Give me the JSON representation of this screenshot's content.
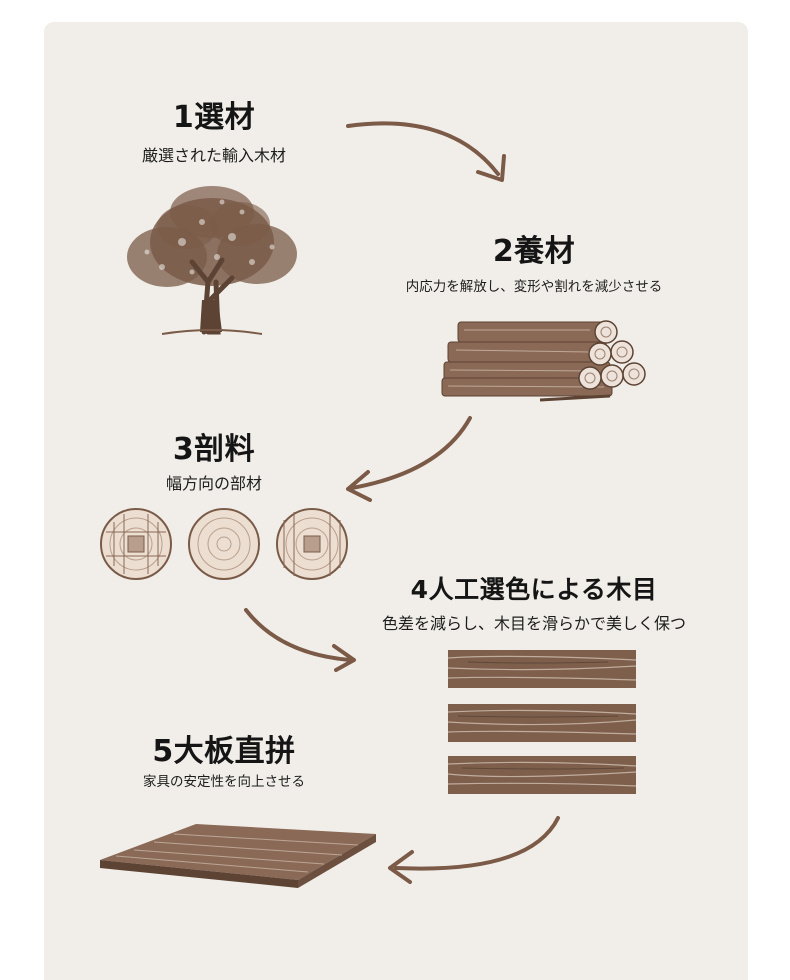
{
  "colors": {
    "background": "#ffffff",
    "card": "#f1eee9",
    "wood": "#7a5b48",
    "wood_dark": "#5d4334",
    "wood_light": "#b89e8c",
    "arrow": "#7b5a47"
  },
  "steps": [
    {
      "title": "1選材",
      "subtitle": "厳選された輸入木材",
      "illustration": "tree-icon"
    },
    {
      "title": "2養材",
      "subtitle": "内応力を解放し、変形や割れを減少させる",
      "illustration": "log-pile-icon"
    },
    {
      "title": "3剖料",
      "subtitle": "幅方向の部材",
      "illustration": "log-cross-section-icon"
    },
    {
      "title": "4人工選色による木目",
      "subtitle": "色差を減らし、木目を滑らかで美しく保つ",
      "illustration": "wood-plank-icon"
    },
    {
      "title": "5大板直拼",
      "subtitle": "家具の安定性を向上させる",
      "illustration": "wood-board-icon"
    }
  ]
}
